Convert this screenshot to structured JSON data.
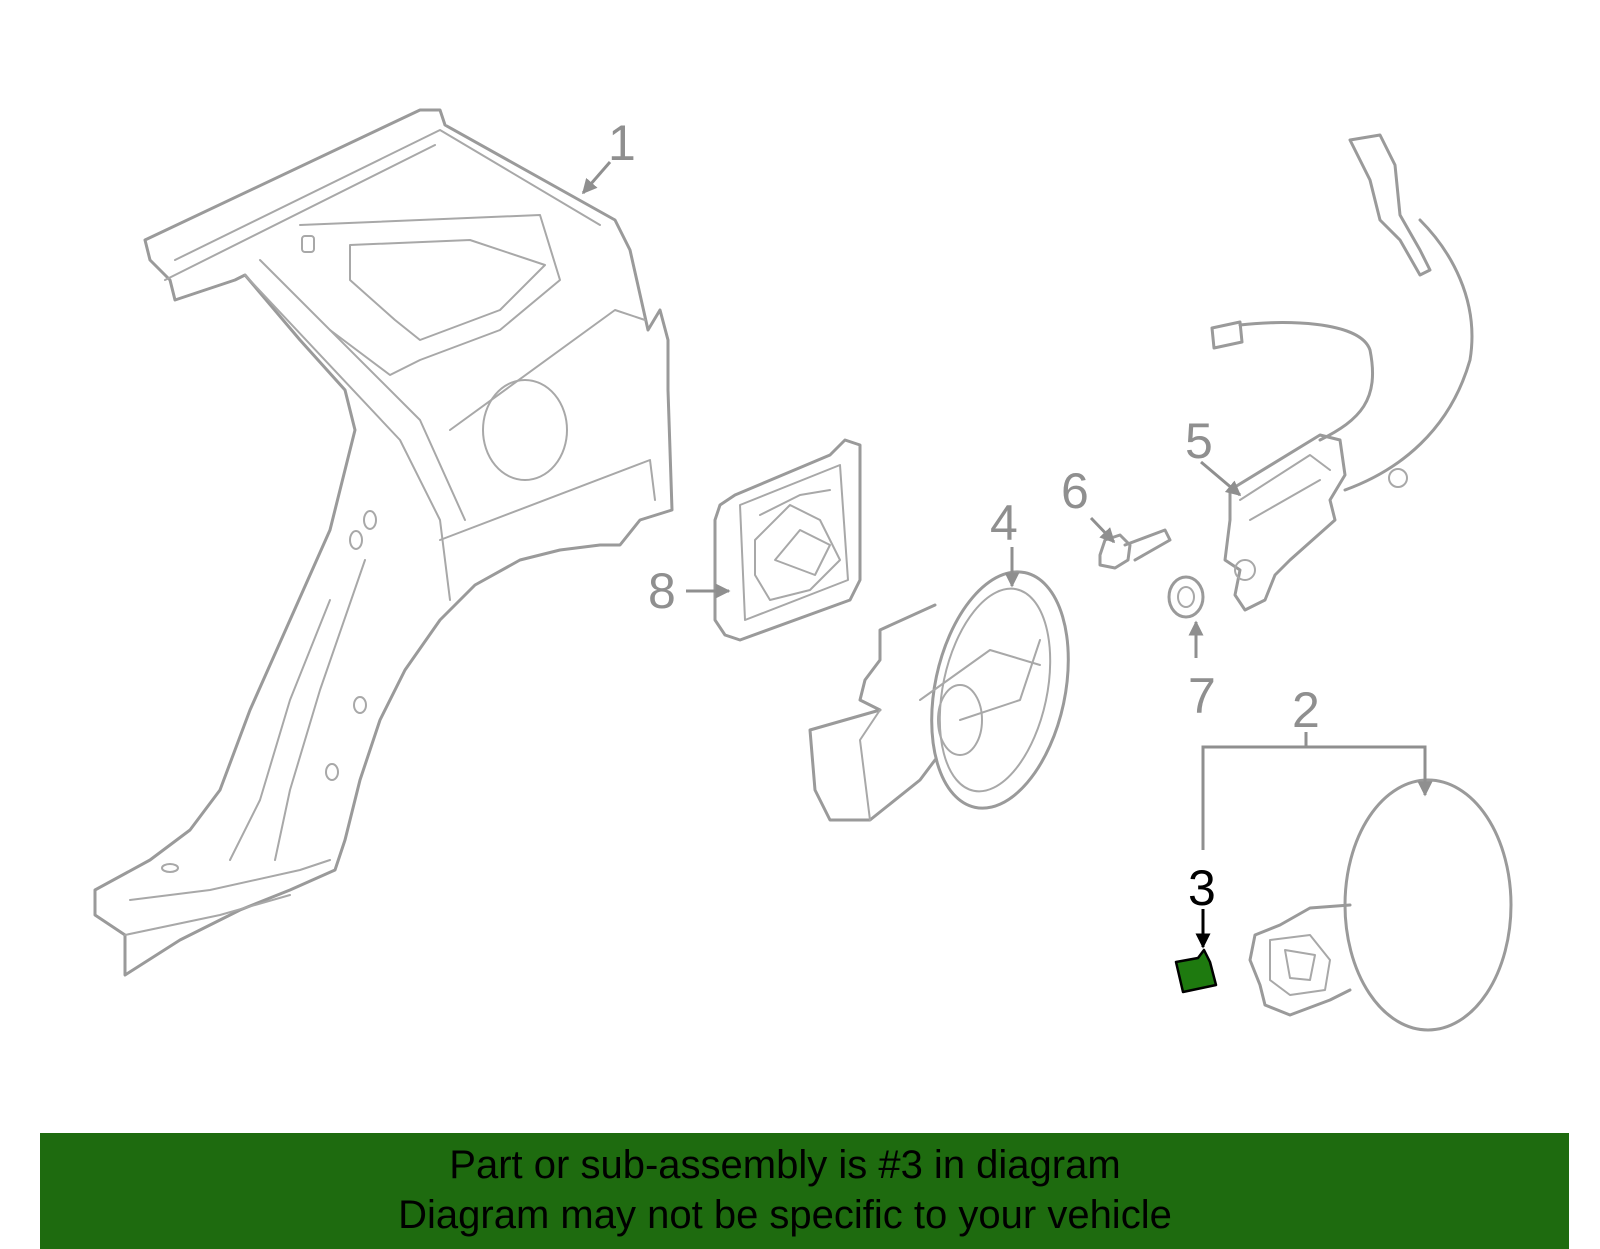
{
  "callouts": [
    {
      "label": "1",
      "highlight": false
    },
    {
      "label": "2",
      "highlight": false
    },
    {
      "label": "3",
      "highlight": true
    },
    {
      "label": "4",
      "highlight": false
    },
    {
      "label": "5",
      "highlight": false
    },
    {
      "label": "6",
      "highlight": false
    },
    {
      "label": "7",
      "highlight": false
    },
    {
      "label": "8",
      "highlight": false
    }
  ],
  "banner": {
    "line1": "Part or sub-assembly is #3 in diagram",
    "line2": "Diagram may not be specific to your vehicle"
  },
  "colors": {
    "banner_background": "#1e6b0f",
    "highlight_part": "#1e7a0f",
    "part_line": "#9a9a9a"
  }
}
